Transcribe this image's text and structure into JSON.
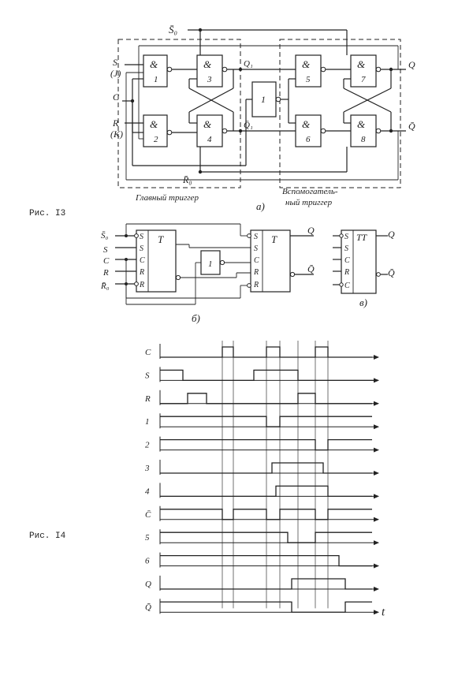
{
  "fig13": {
    "caption": "Рис. I3",
    "gates": [
      {
        "sym": "&",
        "num": "1"
      },
      {
        "sym": "&",
        "num": "2"
      },
      {
        "sym": "&",
        "num": "3"
      },
      {
        "sym": "&",
        "num": "4"
      },
      {
        "sym": "&",
        "num": "5"
      },
      {
        "sym": "&",
        "num": "6"
      },
      {
        "sym": "&",
        "num": "7"
      },
      {
        "sym": "&",
        "num": "8"
      }
    ],
    "inverter": "1",
    "inputs": {
      "s0": "S̄₀",
      "s": "S",
      "j": "(J)",
      "c": "C",
      "r": "R",
      "k": "(K)",
      "r0": "R̄₀"
    },
    "nodes": {
      "q1": "Q₁",
      "q1bar": "Q̄₁",
      "q": "Q",
      "qbar": "Q̄"
    },
    "region_main": "Главный триггер",
    "region_aux_line1": "Вспомогатель-",
    "region_aux_line2": "ный триггер",
    "label_a": "а)",
    "sub_b": {
      "block1": {
        "title": "T",
        "pins": [
          "S",
          "S",
          "C",
          "R",
          "R"
        ]
      },
      "block2": {
        "title": "T",
        "pins": [
          "S",
          "S",
          "C",
          "R",
          "R"
        ]
      },
      "inverter": "1",
      "inputs": [
        "S̄₀",
        "S",
        "C",
        "R",
        "R̄₀"
      ],
      "outputs": [
        "Q",
        "Q̄"
      ],
      "label": "б)"
    },
    "sub_c": {
      "title": "TT",
      "pins": [
        "S",
        "S",
        "C",
        "R",
        "C"
      ],
      "outputs": [
        "Q",
        "Q̄"
      ],
      "label": "в)"
    }
  },
  "fig14": {
    "caption": "Рис. I4",
    "signals": [
      "C",
      "S",
      "R",
      "1",
      "2",
      "3",
      "4",
      "C̄",
      "5",
      "6",
      "Q",
      "Q̄"
    ],
    "time_label": "t"
  }
}
